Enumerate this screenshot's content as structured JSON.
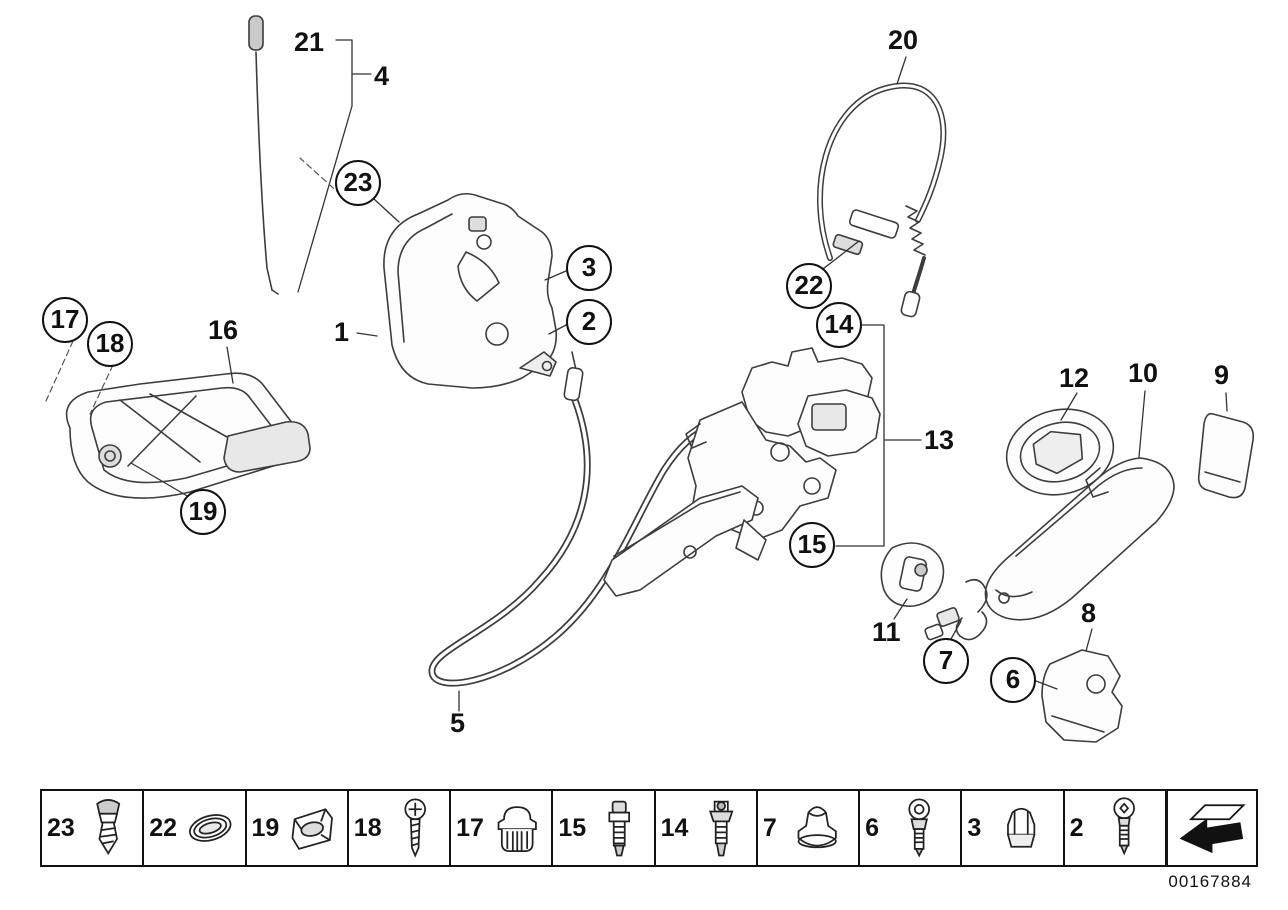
{
  "diagram": {
    "number": "00167884",
    "labels": {
      "1": "1",
      "2": "2",
      "3": "3",
      "4": "4",
      "5": "5",
      "6": "6",
      "7": "7",
      "8": "8",
      "9": "9",
      "10": "10",
      "11": "11",
      "12": "12",
      "13": "13",
      "14": "14",
      "15": "15",
      "16": "16",
      "17": "17",
      "18": "18",
      "19": "19",
      "20": "20",
      "21": "21",
      "22": "22",
      "23": "23"
    },
    "parts": {
      "1": "door-lock-actuator",
      "4": "locking-rod",
      "5": "bowden-cable-lower",
      "8": "door-bracket",
      "9": "handle-end-cap",
      "10": "outer-door-handle",
      "11": "seal",
      "12": "gasket",
      "13": "outer-handle-carrier",
      "16": "interior-handle-base",
      "20": "bowden-cable-upper",
      "21": "locking-knob"
    },
    "legend": {
      "items": [
        {
          "label": "23",
          "icon": "expanding-rivet-icon"
        },
        {
          "label": "22",
          "icon": "oval-gasket-icon"
        },
        {
          "label": "19",
          "icon": "speed-nut-icon"
        },
        {
          "label": "18",
          "icon": "pan-head-screw-icon"
        },
        {
          "label": "17",
          "icon": "sealing-plug-icon"
        },
        {
          "label": "15",
          "icon": "stud-bolt-icon"
        },
        {
          "label": "14",
          "icon": "blind-rivet-icon"
        },
        {
          "label": "7",
          "icon": "grommet-icon"
        },
        {
          "label": "6",
          "icon": "countersunk-screw-icon"
        },
        {
          "label": "3",
          "icon": "cap-nut-icon"
        },
        {
          "label": "2",
          "icon": "torx-screw-icon"
        }
      ],
      "nav_icon": "direction-arrow-icon"
    }
  }
}
